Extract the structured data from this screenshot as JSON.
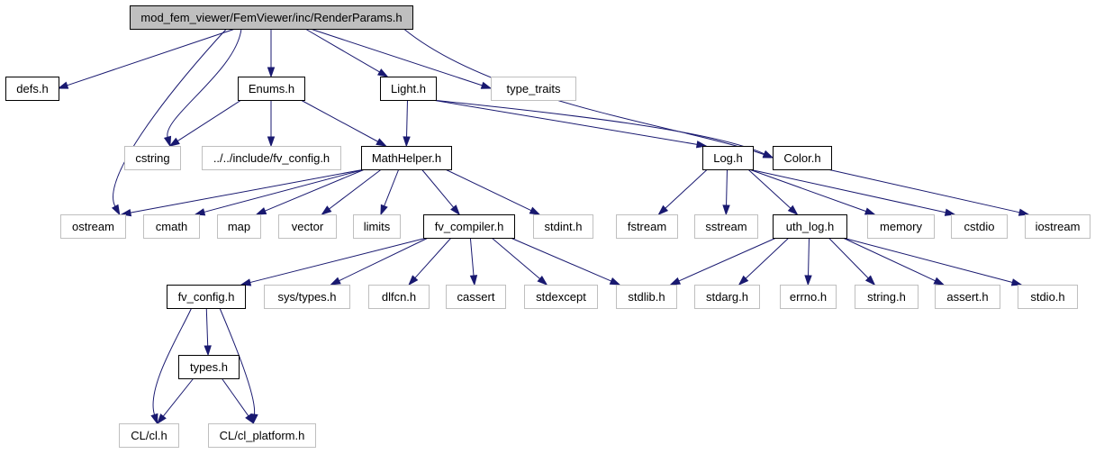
{
  "colors": {
    "edge": "#191970",
    "root_fill": "#bfbfbf",
    "local_border": "#000000",
    "external_border": "#bfbfbf",
    "external_text": "#404040",
    "background": "#ffffff"
  },
  "diagram": {
    "nodes": [
      {
        "id": "root",
        "label": "mod_fem_viewer/FemViewer/inc/RenderParams.h",
        "kind": "root"
      },
      {
        "id": "defs",
        "label": "defs.h",
        "kind": "local"
      },
      {
        "id": "enums",
        "label": "Enums.h",
        "kind": "local"
      },
      {
        "id": "light",
        "label": "Light.h",
        "kind": "local"
      },
      {
        "id": "type_traits",
        "label": "type_traits",
        "kind": "external"
      },
      {
        "id": "cstring",
        "label": "cstring",
        "kind": "external"
      },
      {
        "id": "fv_config_inc",
        "label": "../../include/fv_config.h",
        "kind": "external"
      },
      {
        "id": "mathhelper",
        "label": "MathHelper.h",
        "kind": "local"
      },
      {
        "id": "log",
        "label": "Log.h",
        "kind": "local"
      },
      {
        "id": "color",
        "label": "Color.h",
        "kind": "local"
      },
      {
        "id": "ostream",
        "label": "ostream",
        "kind": "external"
      },
      {
        "id": "cmath",
        "label": "cmath",
        "kind": "external"
      },
      {
        "id": "map",
        "label": "map",
        "kind": "external"
      },
      {
        "id": "vector",
        "label": "vector",
        "kind": "external"
      },
      {
        "id": "limits",
        "label": "limits",
        "kind": "external"
      },
      {
        "id": "fv_compiler",
        "label": "fv_compiler.h",
        "kind": "local"
      },
      {
        "id": "stdint",
        "label": "stdint.h",
        "kind": "external"
      },
      {
        "id": "fstream",
        "label": "fstream",
        "kind": "external"
      },
      {
        "id": "sstream",
        "label": "sstream",
        "kind": "external"
      },
      {
        "id": "uth_log",
        "label": "uth_log.h",
        "kind": "local"
      },
      {
        "id": "memory",
        "label": "memory",
        "kind": "external"
      },
      {
        "id": "cstdio",
        "label": "cstdio",
        "kind": "external"
      },
      {
        "id": "iostream",
        "label": "iostream",
        "kind": "external"
      },
      {
        "id": "fv_config",
        "label": "fv_config.h",
        "kind": "local"
      },
      {
        "id": "sys_types",
        "label": "sys/types.h",
        "kind": "external"
      },
      {
        "id": "dlfcn",
        "label": "dlfcn.h",
        "kind": "external"
      },
      {
        "id": "cassert",
        "label": "cassert",
        "kind": "external"
      },
      {
        "id": "stdexcept",
        "label": "stdexcept",
        "kind": "external"
      },
      {
        "id": "stdlib",
        "label": "stdlib.h",
        "kind": "external"
      },
      {
        "id": "stdarg",
        "label": "stdarg.h",
        "kind": "external"
      },
      {
        "id": "errno",
        "label": "errno.h",
        "kind": "external"
      },
      {
        "id": "string_h",
        "label": "string.h",
        "kind": "external"
      },
      {
        "id": "assert_h",
        "label": "assert.h",
        "kind": "external"
      },
      {
        "id": "stdio",
        "label": "stdio.h",
        "kind": "external"
      },
      {
        "id": "types",
        "label": "types.h",
        "kind": "local"
      },
      {
        "id": "cl",
        "label": "CL/cl.h",
        "kind": "external"
      },
      {
        "id": "cl_platform",
        "label": "CL/cl_platform.h",
        "kind": "external"
      }
    ],
    "edges": [
      {
        "from": "root",
        "to": "defs"
      },
      {
        "from": "root",
        "to": "ostream"
      },
      {
        "from": "root",
        "to": "cstring"
      },
      {
        "from": "root",
        "to": "enums"
      },
      {
        "from": "root",
        "to": "light"
      },
      {
        "from": "root",
        "to": "color"
      },
      {
        "from": "root",
        "to": "type_traits"
      },
      {
        "from": "enums",
        "to": "cstring"
      },
      {
        "from": "enums",
        "to": "fv_config_inc"
      },
      {
        "from": "enums",
        "to": "mathhelper"
      },
      {
        "from": "light",
        "to": "mathhelper"
      },
      {
        "from": "light",
        "to": "log"
      },
      {
        "from": "light",
        "to": "color"
      },
      {
        "from": "mathhelper",
        "to": "ostream"
      },
      {
        "from": "mathhelper",
        "to": "cmath"
      },
      {
        "from": "mathhelper",
        "to": "map"
      },
      {
        "from": "mathhelper",
        "to": "vector"
      },
      {
        "from": "mathhelper",
        "to": "limits"
      },
      {
        "from": "mathhelper",
        "to": "fv_compiler"
      },
      {
        "from": "mathhelper",
        "to": "stdint"
      },
      {
        "from": "log",
        "to": "fstream"
      },
      {
        "from": "log",
        "to": "sstream"
      },
      {
        "from": "log",
        "to": "uth_log"
      },
      {
        "from": "log",
        "to": "memory"
      },
      {
        "from": "log",
        "to": "cstdio"
      },
      {
        "from": "color",
        "to": "iostream"
      },
      {
        "from": "fv_compiler",
        "to": "fv_config"
      },
      {
        "from": "fv_compiler",
        "to": "sys_types"
      },
      {
        "from": "fv_compiler",
        "to": "dlfcn"
      },
      {
        "from": "fv_compiler",
        "to": "cassert"
      },
      {
        "from": "fv_compiler",
        "to": "stdexcept"
      },
      {
        "from": "fv_compiler",
        "to": "stdlib"
      },
      {
        "from": "uth_log",
        "to": "stdlib"
      },
      {
        "from": "uth_log",
        "to": "stdarg"
      },
      {
        "from": "uth_log",
        "to": "errno"
      },
      {
        "from": "uth_log",
        "to": "string_h"
      },
      {
        "from": "uth_log",
        "to": "assert_h"
      },
      {
        "from": "uth_log",
        "to": "stdio"
      },
      {
        "from": "fv_config",
        "to": "cl"
      },
      {
        "from": "fv_config",
        "to": "types"
      },
      {
        "from": "fv_config",
        "to": "cl_platform"
      },
      {
        "from": "types",
        "to": "cl"
      },
      {
        "from": "types",
        "to": "cl_platform"
      }
    ]
  }
}
